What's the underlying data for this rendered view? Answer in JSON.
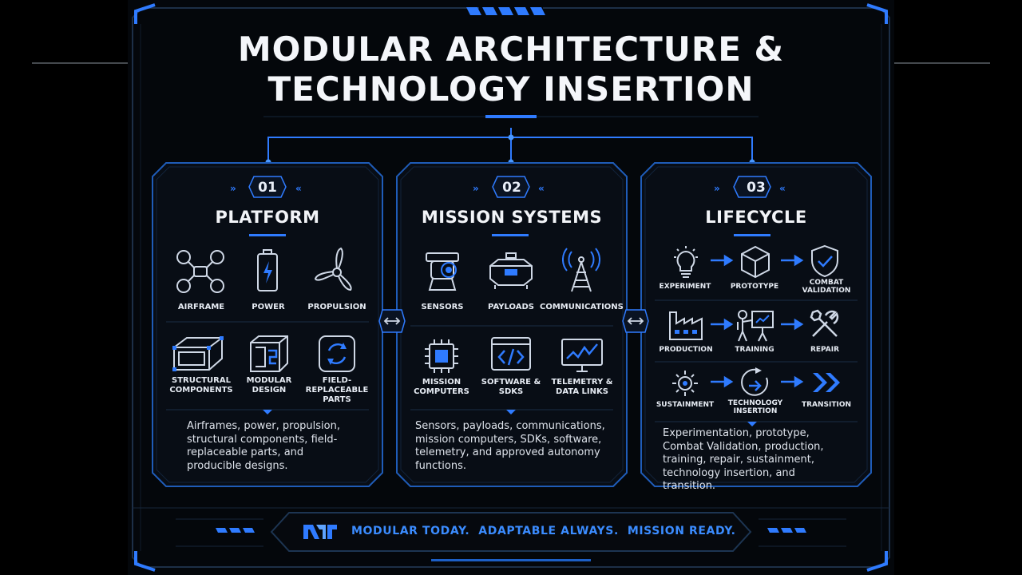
{
  "title": {
    "line1": "MODULAR ARCHITECTURE &",
    "line2": "TECHNOLOGY INSERTION"
  },
  "panels": [
    {
      "number": "01",
      "title": "PLATFORM",
      "items": [
        {
          "label": "AIRFRAME",
          "icon": "drone-icon"
        },
        {
          "label": "POWER",
          "icon": "battery-icon"
        },
        {
          "label": "PROPULSION",
          "icon": "propeller-icon"
        },
        {
          "label": "STRUCTURAL COMPONENTS",
          "icon": "frame-icon"
        },
        {
          "label": "MODULAR DESIGN",
          "icon": "modules-icon"
        },
        {
          "label": "FIELD-REPLACEABLE PARTS",
          "icon": "swap-icon"
        }
      ],
      "description": "Airframes, power, propulsion, structural components, field-replaceable parts, and producible designs."
    },
    {
      "number": "02",
      "title": "MISSION SYSTEMS",
      "items": [
        {
          "label": "SENSORS",
          "icon": "sensor-icon"
        },
        {
          "label": "PAYLOADS",
          "icon": "payload-icon"
        },
        {
          "label": "COMMUNICATIONS",
          "icon": "tower-icon"
        },
        {
          "label": "MISSION COMPUTERS",
          "icon": "chip-icon"
        },
        {
          "label": "SOFTWARE & SDKS",
          "icon": "code-icon"
        },
        {
          "label": "TELEMETRY & DATA LINKS",
          "icon": "telemetry-icon"
        }
      ],
      "description": "Sensors, payloads, communications, mission computers, SDKs, software, telemetry, and approved autonomy functions."
    },
    {
      "number": "03",
      "title": "LIFECYCLE",
      "items": [
        {
          "label": "EXPERIMENT",
          "icon": "lightbulb-icon"
        },
        {
          "label": "PROTOTYPE",
          "icon": "cube-icon"
        },
        {
          "label": "COMBAT VALIDATION",
          "icon": "shield-check-icon"
        },
        {
          "label": "PRODUCTION",
          "icon": "factory-icon"
        },
        {
          "label": "TRAINING",
          "icon": "training-icon"
        },
        {
          "label": "REPAIR",
          "icon": "tools-icon"
        },
        {
          "label": "SUSTAINMENT",
          "icon": "gear-cycle-icon"
        },
        {
          "label": "TECHNOLOGY INSERTION",
          "icon": "insertion-icon"
        },
        {
          "label": "TRANSITION",
          "icon": "chevrons-icon"
        }
      ],
      "description": "Experimentation, prototype, Combat Validation, production, training, repair, sustainment, technology insertion, and transition."
    }
  ],
  "footer": {
    "tagline": "MODULAR TODAY.  ADAPTABLE ALWAYS.  MISSION READY.",
    "logo": "logo-icon"
  },
  "colors": {
    "background": "#000000",
    "panel": "#0a0f17",
    "accent": "#2f7bff",
    "accent_bright": "#4a98ff",
    "frame_line": "#1f3550",
    "icon_line": "#cfd8e6",
    "text": "#f2f4f8"
  }
}
